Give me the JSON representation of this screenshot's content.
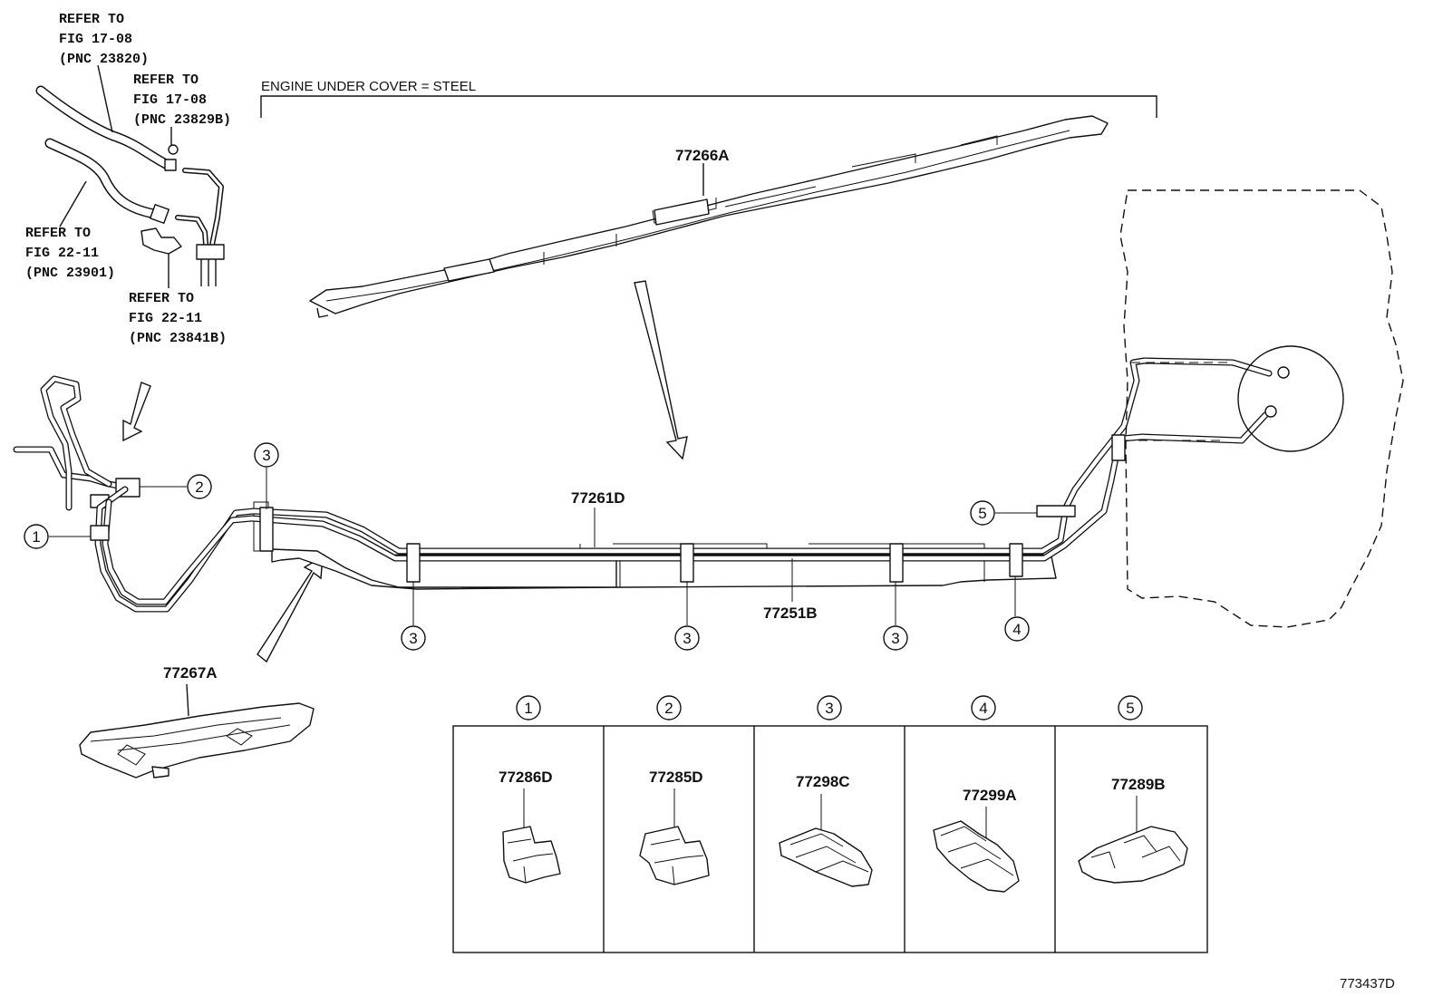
{
  "notes": [
    {
      "id": "ref-17-08-23820",
      "lines": [
        "REFER TO",
        "FIG 17-08",
        "(PNC 23820)"
      ]
    },
    {
      "id": "ref-17-08-23829b",
      "lines": [
        "REFER TO",
        "FIG 17-08",
        "(PNC 23829B)"
      ]
    },
    {
      "id": "ref-22-11-23901",
      "lines": [
        "REFER TO",
        "FIG 22-11",
        "(PNC 23901)"
      ]
    },
    {
      "id": "ref-22-11-23841b",
      "lines": [
        "REFER TO",
        "FIG 22-11",
        "(PNC 23841B)"
      ]
    }
  ],
  "engine_cover_label": "ENGINE UNDER COVER = STEEL",
  "part_numbers": {
    "under_cover_main": "77266A",
    "under_cover_front": "77267A",
    "tube_upper": "77261D",
    "tube_lower": "77251B"
  },
  "callouts": [
    "1",
    "2",
    "3",
    "4",
    "5"
  ],
  "clamp_table": [
    {
      "callout": "1",
      "part": "77286D"
    },
    {
      "callout": "2",
      "part": "77285D"
    },
    {
      "callout": "3",
      "part": "77298C"
    },
    {
      "callout": "4",
      "part": "77299A"
    },
    {
      "callout": "5",
      "part": "77289B"
    }
  ],
  "figure_id": "773437D"
}
